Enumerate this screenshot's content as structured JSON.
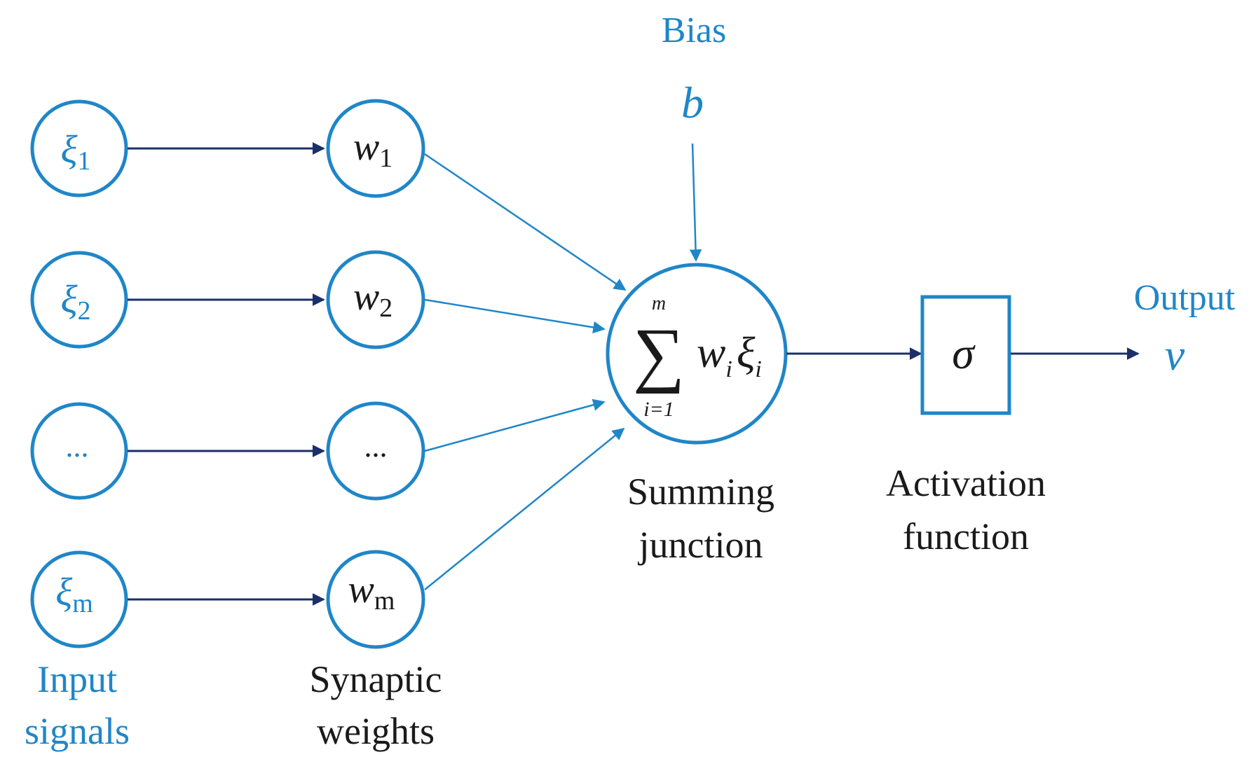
{
  "bias": {
    "title": "Bias",
    "symbol": "b"
  },
  "inputs": [
    {
      "base": "ξ",
      "sub": "1"
    },
    {
      "base": "ξ",
      "sub": "2"
    },
    {
      "base": "...",
      "sub": ""
    },
    {
      "base": "ξ",
      "sub": "m"
    }
  ],
  "weights": [
    {
      "base": "w",
      "sub": "1"
    },
    {
      "base": "w",
      "sub": "2"
    },
    {
      "base": "...",
      "sub": ""
    },
    {
      "base": "w",
      "sub": "m"
    }
  ],
  "labels": {
    "input_line1": "Input",
    "input_line2": "signals",
    "weights_line1": "Synaptic",
    "weights_line2": "weights",
    "summing_line1": "Summing",
    "summing_line2": "junction",
    "activation_line1": "Activation",
    "activation_line2": "function",
    "output_title": "Output",
    "output_symbol": "v"
  },
  "sum": {
    "sigma": "∑",
    "upper": "m",
    "lower": "i=1",
    "w": "w",
    "i1": "i",
    "xi": "ξ",
    "i2": "i"
  },
  "activation": {
    "symbol": "σ"
  },
  "colors": {
    "accent": "#1f86c8",
    "arrow_dark": "#1b2f6b",
    "text": "#1a1a1a"
  }
}
